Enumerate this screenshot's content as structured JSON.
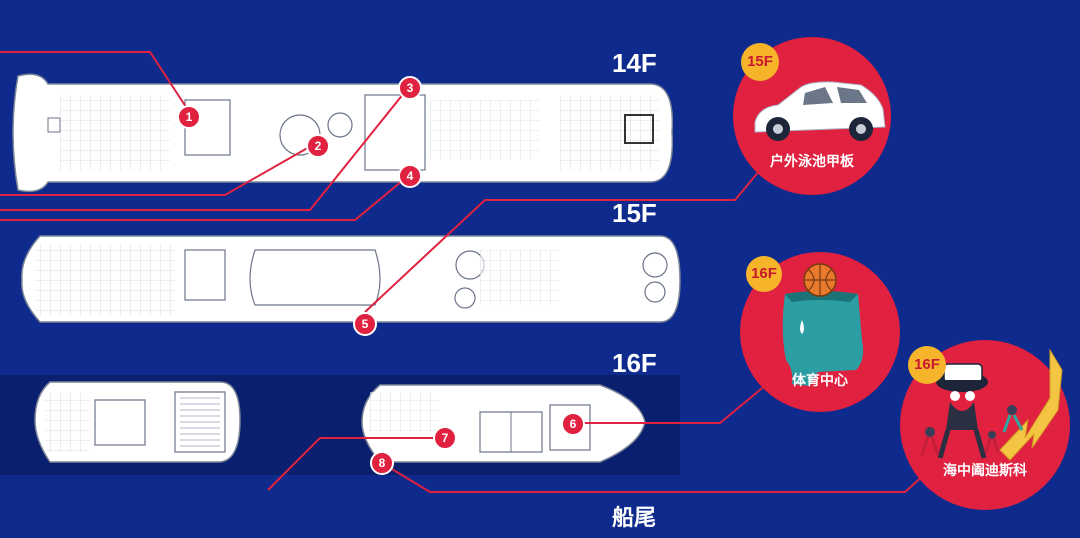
{
  "floors": {
    "f14": "14F",
    "f15": "15F",
    "f16": "16F"
  },
  "stern_label": "船尾",
  "markers": [
    "1",
    "2",
    "3",
    "4",
    "5",
    "6",
    "7",
    "8"
  ],
  "callouts": [
    {
      "badge": "15F",
      "title": "户外泳池甲板",
      "icon": "car-icon"
    },
    {
      "badge": "16F",
      "title": "体育中心",
      "icon": "basketball-head-icon"
    },
    {
      "badge": "16F",
      "title": "海中阖迪斯科",
      "icon": "dancing-characters-icon"
    }
  ],
  "colors": {
    "background": "#0d2a8c",
    "accent_red": "#e0213f",
    "badge_yellow": "#f6b42b",
    "deck_fill": "#ffffff",
    "line_red": "#e0213f"
  }
}
